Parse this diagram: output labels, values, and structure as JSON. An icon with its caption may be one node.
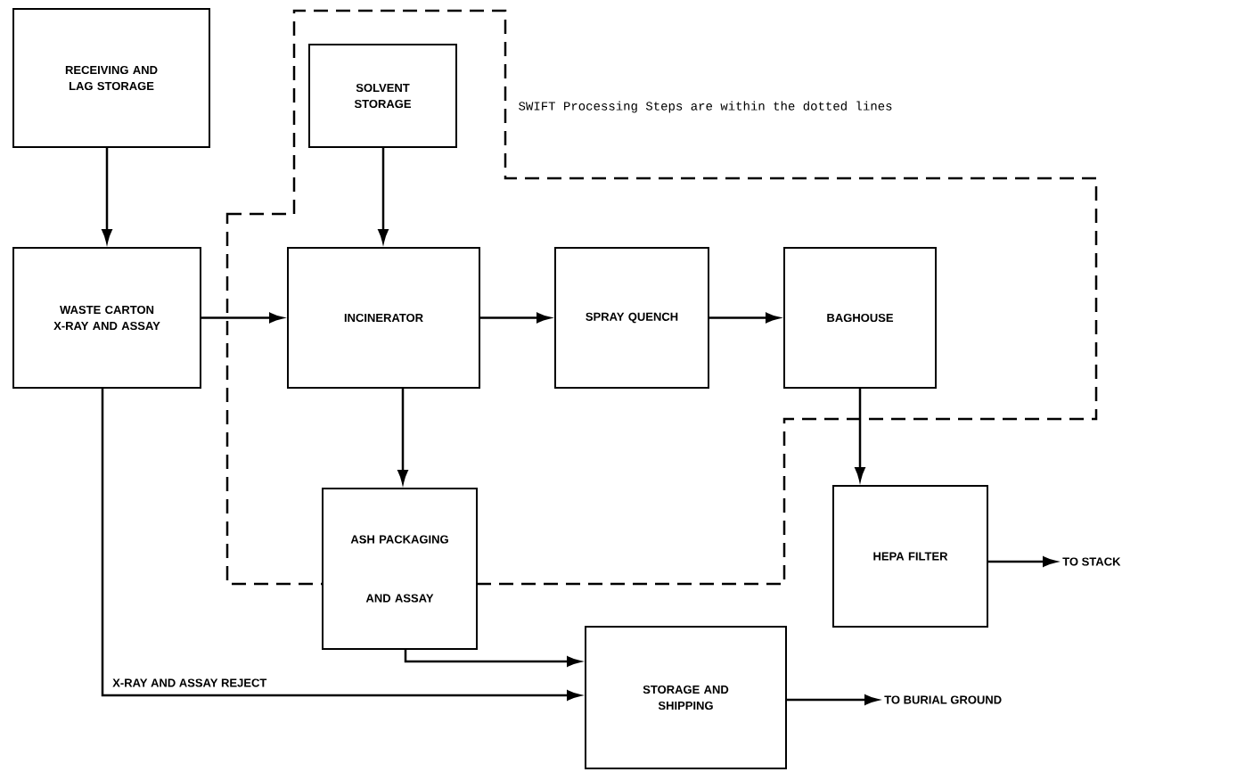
{
  "diagram": {
    "nodes": [
      {
        "text": [
          "RECEIVING AND LAG STORAGE"
        ]
      },
      {
        "text": [
          "SOLVENT STORAGE"
        ]
      },
      {
        "text": [
          "WASTE CARTON X-RAY AND ASSAY"
        ]
      },
      {
        "text": [
          "INCINERATOR"
        ]
      },
      {
        "text": [
          "SPRAY QUENCH"
        ]
      },
      {
        "text": [
          "BAGHOUSE"
        ]
      },
      {
        "text": [
          "ASH PACKAGING",
          "AND ASSAY"
        ]
      },
      {
        "text": [
          "HEPA FILTER"
        ]
      },
      {
        "text": [
          "STORAGE AND SHIPPING"
        ]
      },
      {
        "text": [
          "TO STACK"
        ]
      },
      {
        "text": [
          "TO BURIAL GROUND"
        ]
      }
    ],
    "edges": [
      {
        "from": 0,
        "to": 2,
        "arrow": "to"
      },
      {
        "from": 1,
        "to": 3,
        "arrow": "to"
      },
      {
        "from": 2,
        "to": 3,
        "arrow": "to"
      },
      {
        "from": 3,
        "to": 4,
        "arrow": "to"
      },
      {
        "from": 4,
        "to": 5,
        "arrow": "to"
      },
      {
        "from": 3,
        "to": 6,
        "arrow": "to"
      },
      {
        "from": 5,
        "to": 7,
        "arrow": "to"
      },
      {
        "from": 7,
        "to": 9,
        "arrow": "to"
      },
      {
        "from": 6,
        "to": 8,
        "arrow": "to"
      },
      {
        "from": 2,
        "to": 8,
        "arrow": "to",
        "label": "X-RAY AND ASSAY REJECT"
      },
      {
        "from": 8,
        "to": 10,
        "arrow": "to"
      }
    ],
    "labels": [
      "SWIFT Processing Steps are within the dotted lines"
    ]
  }
}
